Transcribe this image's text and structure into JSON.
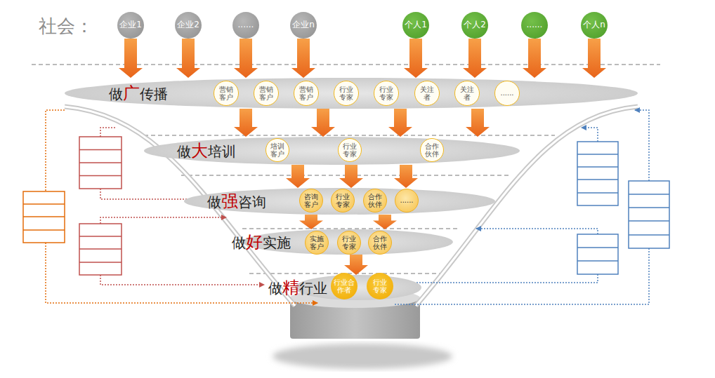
{
  "diagram": {
    "nodes": [
      {
        "text": [
          "企业1"
        ]
      },
      {
        "text": [
          "企业2"
        ]
      },
      {
        "text": [
          "......"
        ]
      },
      {
        "text": [
          "企业n"
        ]
      },
      {
        "text": [
          "个人1"
        ]
      },
      {
        "text": [
          "个人2"
        ]
      },
      {
        "text": [
          "......"
        ]
      },
      {
        "text": [
          "个人n"
        ]
      },
      {
        "text": [
          "做广传播"
        ]
      },
      {
        "text": [
          "营销客户"
        ],
        "in": 8
      },
      {
        "text": [
          "营销客户"
        ],
        "in": 8
      },
      {
        "text": [
          "营销客户"
        ],
        "in": 8
      },
      {
        "text": [
          "行业专家"
        ],
        "in": 8
      },
      {
        "text": [
          "行业专家"
        ],
        "in": 8
      },
      {
        "text": [
          "关注者"
        ],
        "in": 8
      },
      {
        "text": [
          "关注者"
        ],
        "in": 8
      },
      {
        "text": [
          "......"
        ],
        "in": 8
      },
      {
        "text": [
          "做大培训"
        ]
      },
      {
        "text": [
          "培训客户"
        ],
        "in": 17
      },
      {
        "text": [
          "行业专家"
        ],
        "in": 17
      },
      {
        "text": [
          "合作伙伴"
        ],
        "in": 17
      },
      {
        "text": [
          "做强咨询"
        ]
      },
      {
        "text": [
          "咨询客户"
        ],
        "in": 21
      },
      {
        "text": [
          "行业专家"
        ],
        "in": 21
      },
      {
        "text": [
          "合作伙伴"
        ],
        "in": 21
      },
      {
        "text": [
          "......"
        ],
        "in": 21
      },
      {
        "text": [
          "做好实施"
        ]
      },
      {
        "text": [
          "实施客户"
        ],
        "in": 26
      },
      {
        "text": [
          "行业专家"
        ],
        "in": 26
      },
      {
        "text": [
          "合作伙伴"
        ],
        "in": 26
      },
      {
        "text": [
          "做精行业"
        ]
      },
      {
        "text": [
          "行业合作者"
        ],
        "in": 30
      },
      {
        "text": [
          "行业专家"
        ],
        "in": 30
      }
    ],
    "edges": [
      {
        "from": 0,
        "to": 8,
        "arrow": "to"
      },
      {
        "from": 1,
        "to": 8,
        "arrow": "to"
      },
      {
        "from": 2,
        "to": 8,
        "arrow": "to"
      },
      {
        "from": 3,
        "to": 8,
        "arrow": "to"
      },
      {
        "from": 4,
        "to": 8,
        "arrow": "to"
      },
      {
        "from": 5,
        "to": 8,
        "arrow": "to"
      },
      {
        "from": 6,
        "to": 8,
        "arrow": "to"
      },
      {
        "from": 7,
        "to": 8,
        "arrow": "to"
      },
      {
        "from": 8,
        "to": 17,
        "arrow": "to"
      },
      {
        "from": 8,
        "to": 17,
        "arrow": "to"
      },
      {
        "from": 8,
        "to": 17,
        "arrow": "to"
      },
      {
        "from": 8,
        "to": 17,
        "arrow": "to"
      },
      {
        "from": 17,
        "to": 21,
        "arrow": "to"
      },
      {
        "from": 17,
        "to": 21,
        "arrow": "to"
      },
      {
        "from": 17,
        "to": 21,
        "arrow": "to"
      },
      {
        "from": 21,
        "to": 26,
        "arrow": "to"
      },
      {
        "from": 21,
        "to": 26,
        "arrow": "to"
      },
      {
        "from": 26,
        "to": 30,
        "arrow": "to"
      }
    ],
    "labels": [
      "社会："
    ]
  }
}
